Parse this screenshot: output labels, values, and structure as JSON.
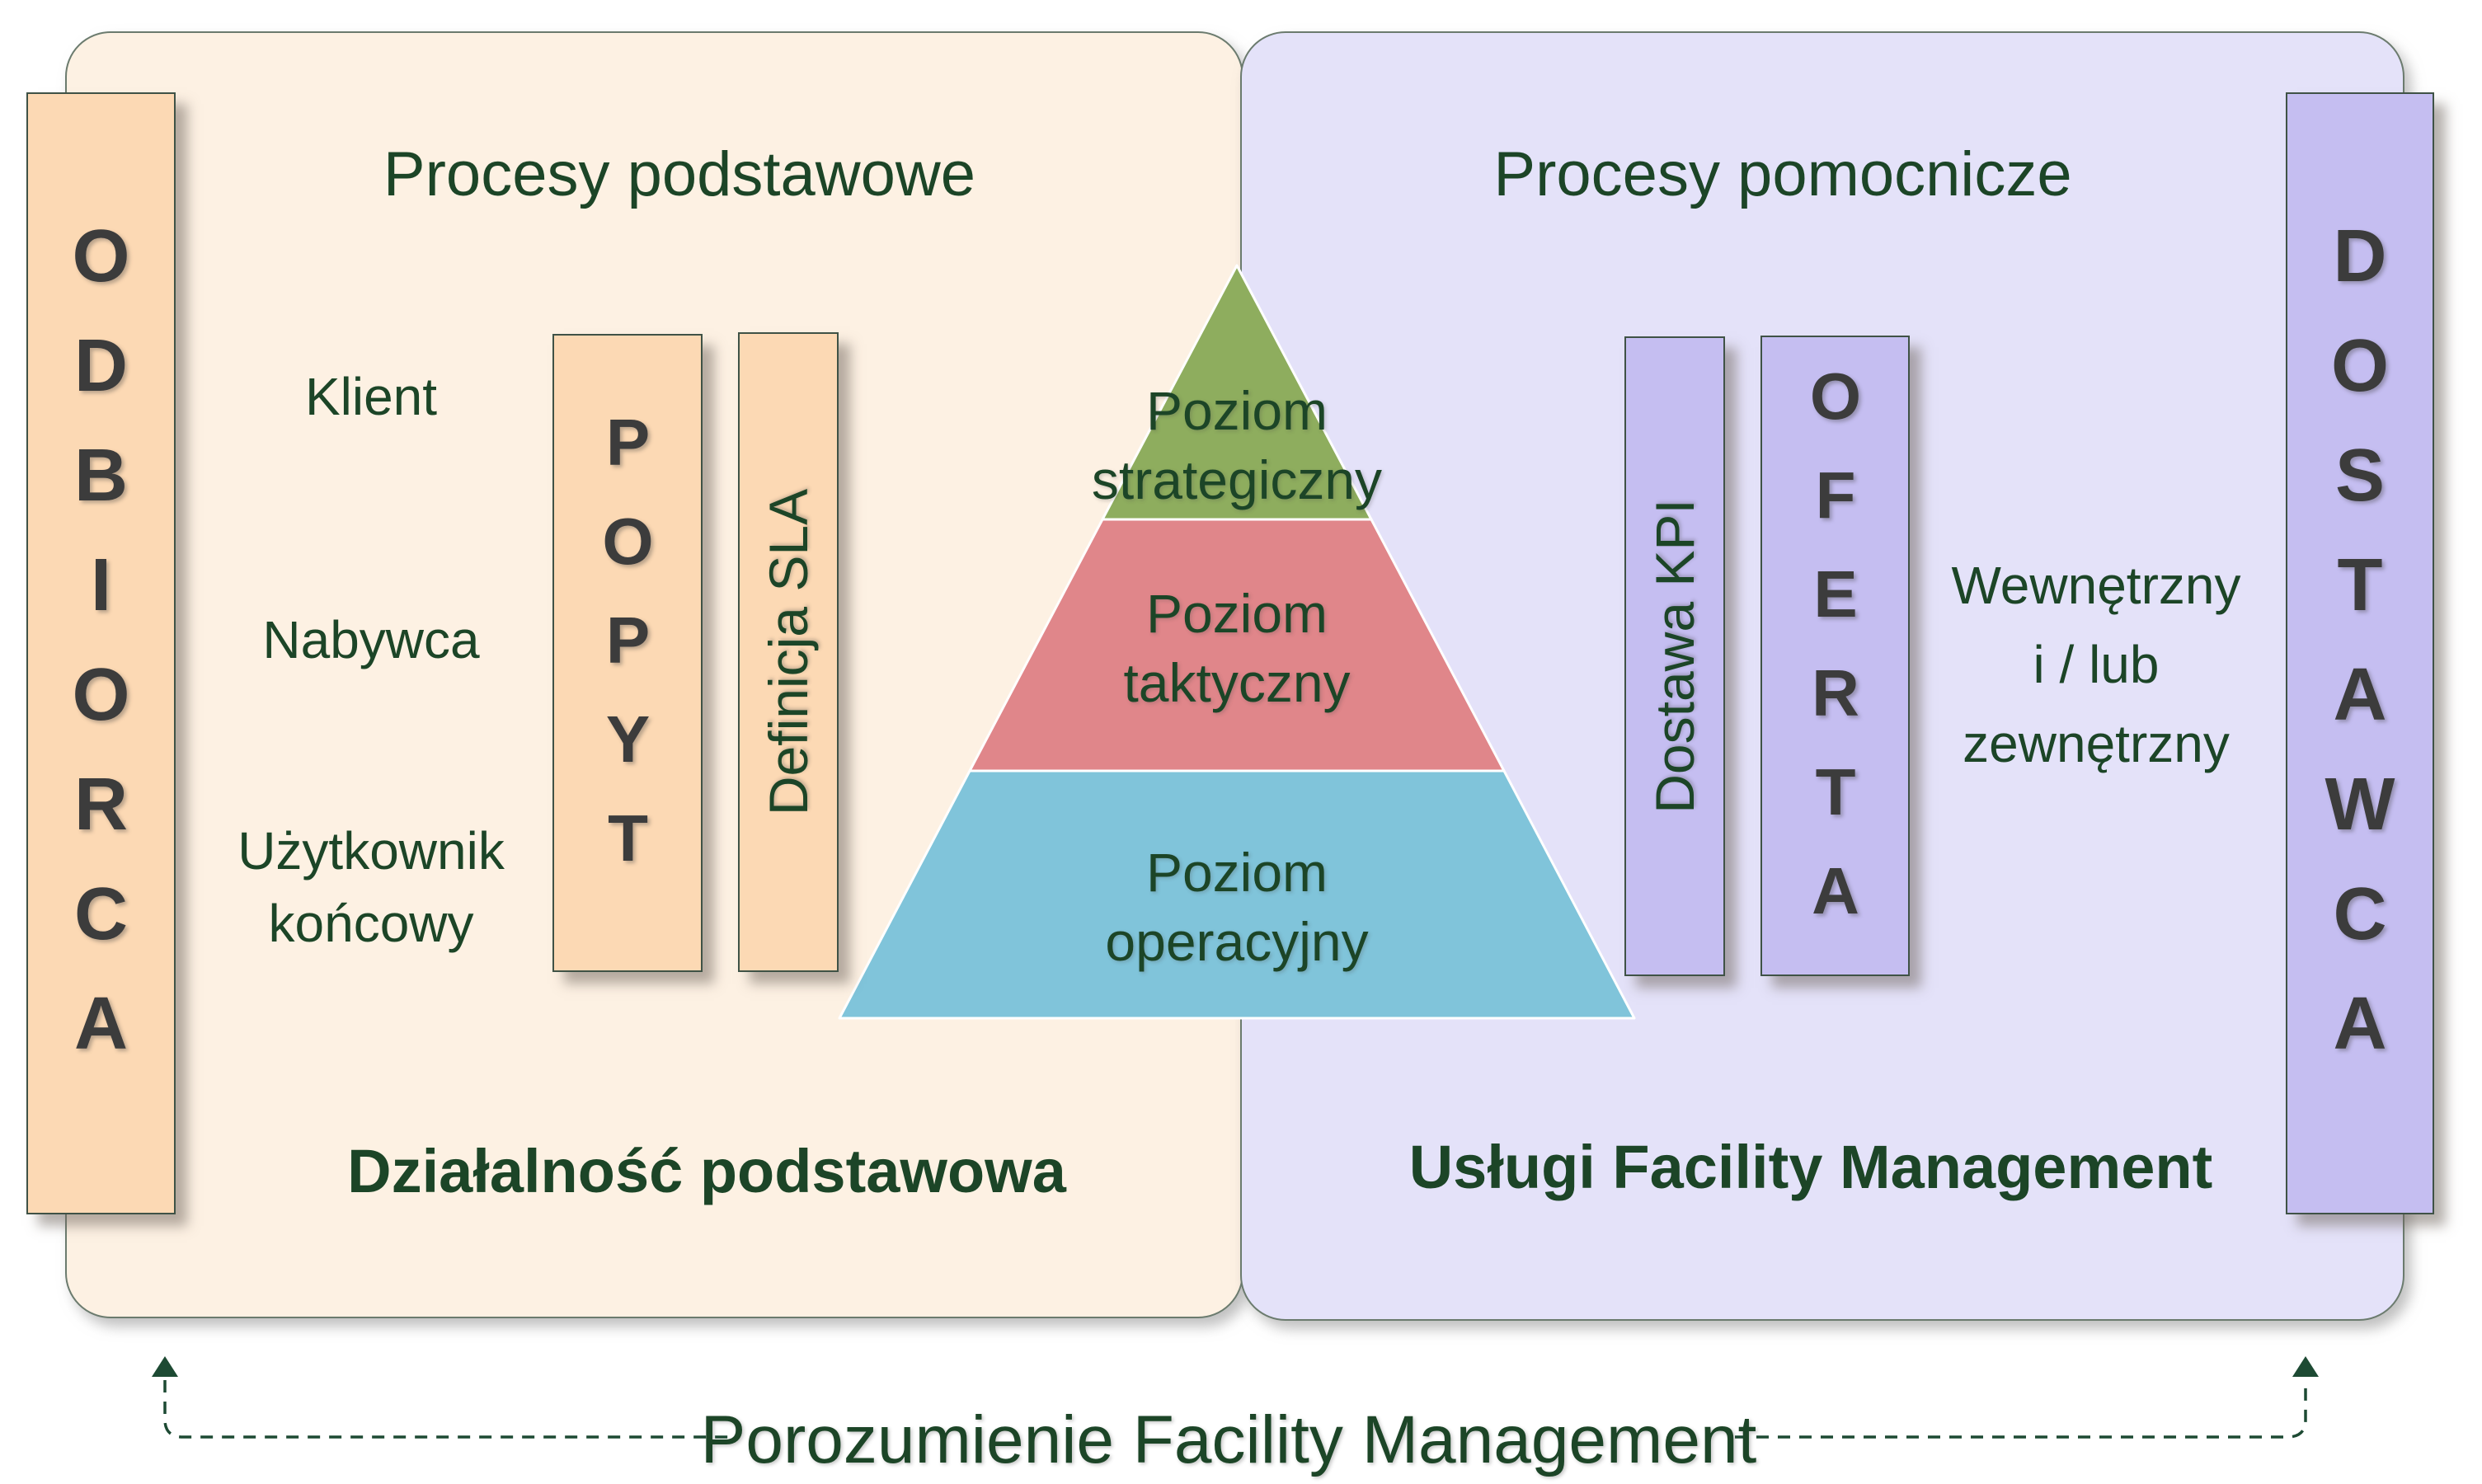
{
  "colors": {
    "left_panel_bg": "#fdf1e3",
    "left_bar_bg": "#fcd9b4",
    "right_panel_bg": "#e4e2f9",
    "right_bar_bg": "#c5bef1",
    "panel_border": "#6b7b6e",
    "bar_border": "#3f5246",
    "pyramid_green": "#8ead5e",
    "pyramid_red": "#e0868a",
    "pyramid_teal": "#80c4da",
    "text_green": "#1c4527",
    "letter_gray": "#3c3c3c",
    "dash_green": "#1d4a33"
  },
  "left_section": {
    "heading": "Procesy podstawowe",
    "recipient_bar_label": "ODBIORCA",
    "roles": [
      {
        "lines": [
          "Klient"
        ]
      },
      {
        "lines": [
          "Nabywca"
        ]
      },
      {
        "lines": [
          "Użytkownik",
          "końcowy"
        ]
      }
    ],
    "demand_bar_label": "POPYT",
    "sla_bar_label": "Definicja SLA",
    "footer": "Działalność podstawowa"
  },
  "pyramid": {
    "levels": [
      {
        "lines": [
          "Poziom",
          "strategiczny"
        ]
      },
      {
        "lines": [
          "Poziom",
          "taktyczny"
        ]
      },
      {
        "lines": [
          "Poziom",
          "operacyjny"
        ]
      }
    ]
  },
  "right_section": {
    "heading": "Procesy pomocnicze",
    "kpi_bar_label": "Dostawa KPI",
    "offer_bar_label": "OFERTA",
    "note_lines": [
      "Wewnętrzny",
      "i / lub",
      "zewnętrzny"
    ],
    "supplier_bar_label": "DOSTAWCA",
    "footer": "Usługi Facility Management"
  },
  "footer_agreement": {
    "label": "Porozumienie Facility Management"
  }
}
